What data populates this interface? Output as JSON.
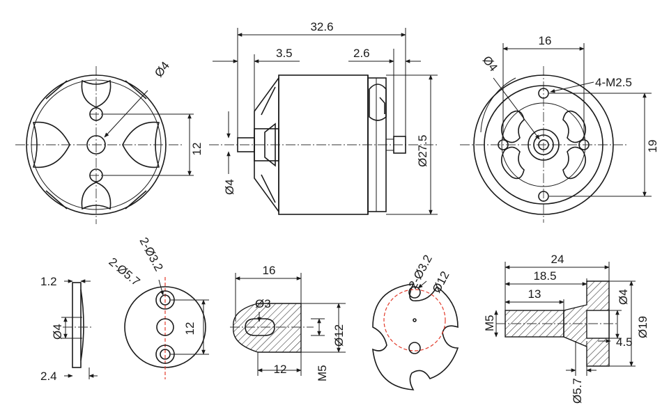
{
  "views": {
    "front_left": {
      "shaft_dia": "Ø4",
      "hole_spacing": "12"
    },
    "side": {
      "length": "32.6",
      "shaft_ext": "3.5",
      "rear_ext": "2.6",
      "shaft_dia": "Ø4",
      "body_dia": "Ø27.5"
    },
    "rear": {
      "hole_spacing_h": "16",
      "hole_spacing_v": "19",
      "center_bore": "Ø4",
      "mount_thread": "4-M2.5"
    },
    "washer": {
      "thickness": "1.2",
      "bore": "Ø4",
      "height": "2.4"
    },
    "plate": {
      "holes_small": "2-Ø3.2",
      "holes_large": "2-Ø5.7",
      "spacing": "12"
    },
    "cone": {
      "length": "16",
      "bore": "Ø3",
      "base_dia": "Ø12",
      "base_len": "12",
      "thread": "M5"
    },
    "prop_mount": {
      "holes": "2-Ø3.2",
      "circle": "Ø12"
    },
    "adapter": {
      "total": "24",
      "length_a": "18.5",
      "length_b": "13",
      "thread": "M5",
      "bore": "Ø4",
      "flange_dia": "Ø19",
      "flange_len": "4.5",
      "hub_dia": "Ø5.7"
    }
  }
}
